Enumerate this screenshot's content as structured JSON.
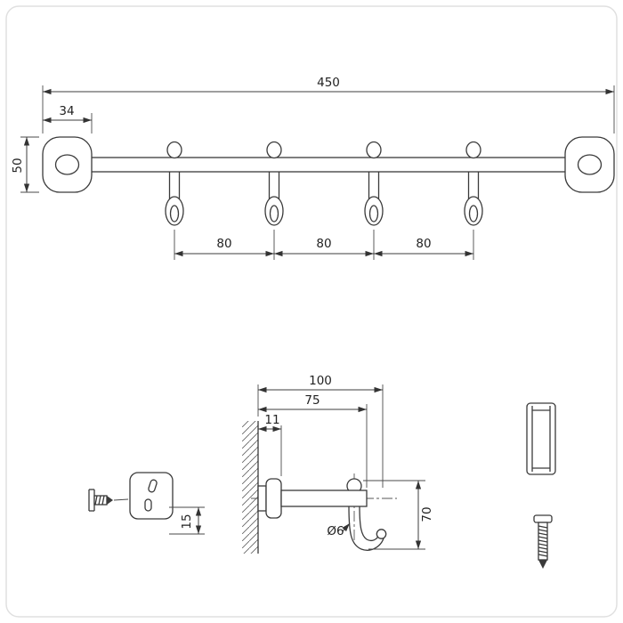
{
  "drawing": {
    "title": "towel-hook-rail-technical-drawing",
    "front_view": {
      "length_total": "450",
      "endcap_width": "34",
      "endcap_height": "50",
      "spacing": [
        "80",
        "80",
        "80"
      ]
    },
    "side_view": {
      "depth_total": "100",
      "depth_to_hook": "75",
      "plate_depth": "11",
      "drop_height": "70",
      "plate_dim": "15",
      "hook_diameter": "Ø6"
    }
  }
}
